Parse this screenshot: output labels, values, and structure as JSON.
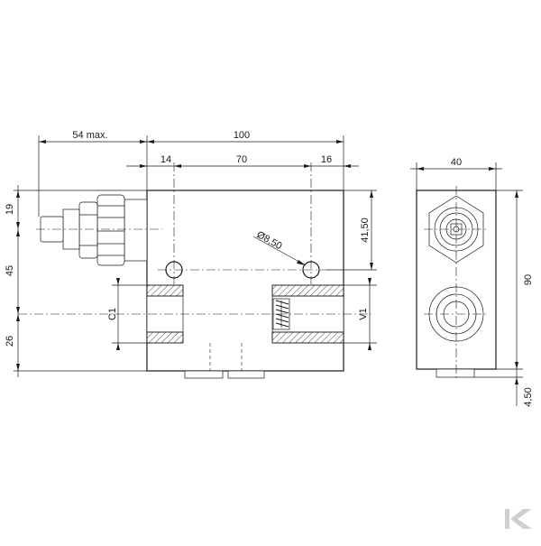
{
  "drawing": {
    "dimensions": {
      "overall_length": "100",
      "adjuster_max": "54 max.",
      "port_offset_left": "14",
      "port_spacing": "70",
      "port_offset_right": "16",
      "side_width": "40",
      "side_height": "90",
      "bottom_offset": "4,50",
      "hole_depth": "41,50",
      "hole_diameter": "Ø8,50",
      "left_top": "19",
      "left_middle": "45",
      "left_bottom": "26"
    },
    "ports": {
      "left": "C1",
      "right": "V1"
    }
  }
}
